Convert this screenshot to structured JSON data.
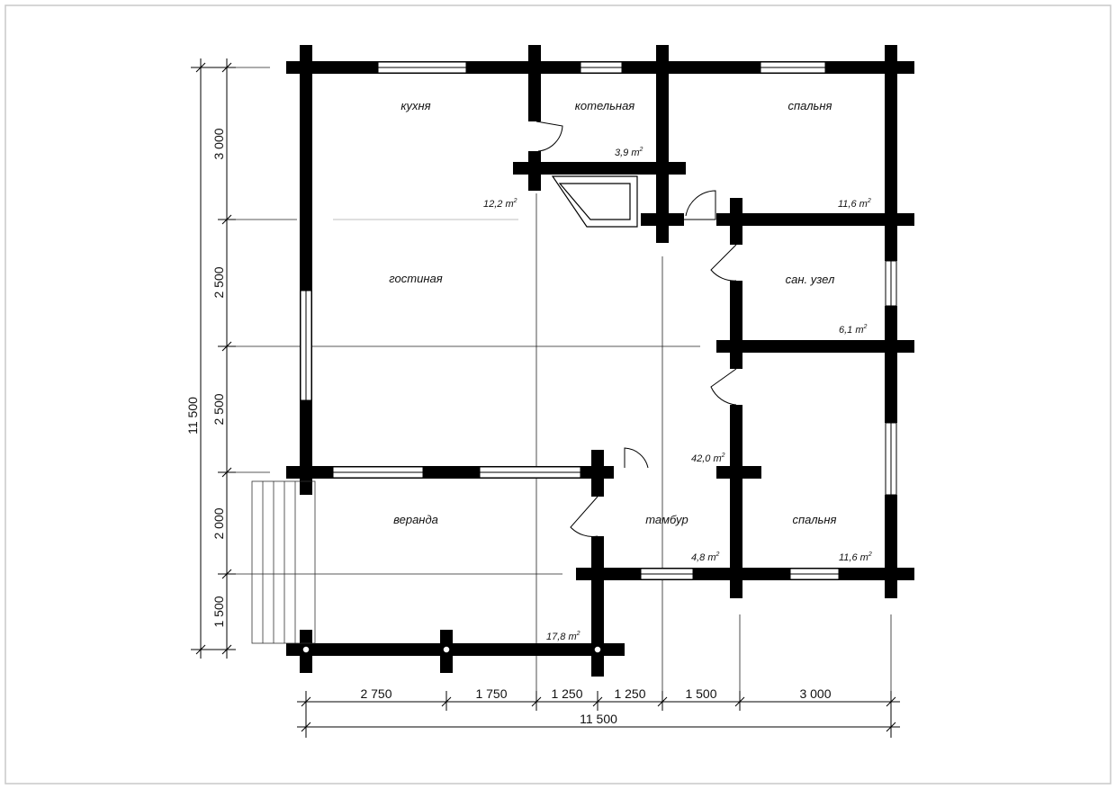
{
  "plan": {
    "rooms": {
      "kitchen": "кухня",
      "boiler": "котельная",
      "bedroom_top": "спальня",
      "living": "гостиная",
      "bathroom": "сан. узел",
      "veranda": "веранда",
      "vestibule": "тамбур",
      "bedroom_bottom": "спальня"
    },
    "areas": {
      "boiler": "3,9 m",
      "kitchen": "12,2 m",
      "bedroom_top": "11,6 m",
      "bathroom": "6,1 m",
      "living": "42,0 m",
      "vestibule": "4,8 m",
      "bedroom_bottom": "11,6 m",
      "veranda": "17,8 m"
    },
    "area_unit_exponent": "2",
    "dims_bottom": [
      "2 750",
      "1 750",
      "1 250",
      "1 250",
      "1 500",
      "3 000"
    ],
    "total_bottom": "11 500",
    "dims_left": [
      "3 000",
      "2 500",
      "2 500",
      "2 000",
      "1 500"
    ],
    "total_left": "11 500"
  },
  "colors": {
    "wall": "#000000",
    "line": "#222222",
    "frame": "#c8c8c8"
  }
}
